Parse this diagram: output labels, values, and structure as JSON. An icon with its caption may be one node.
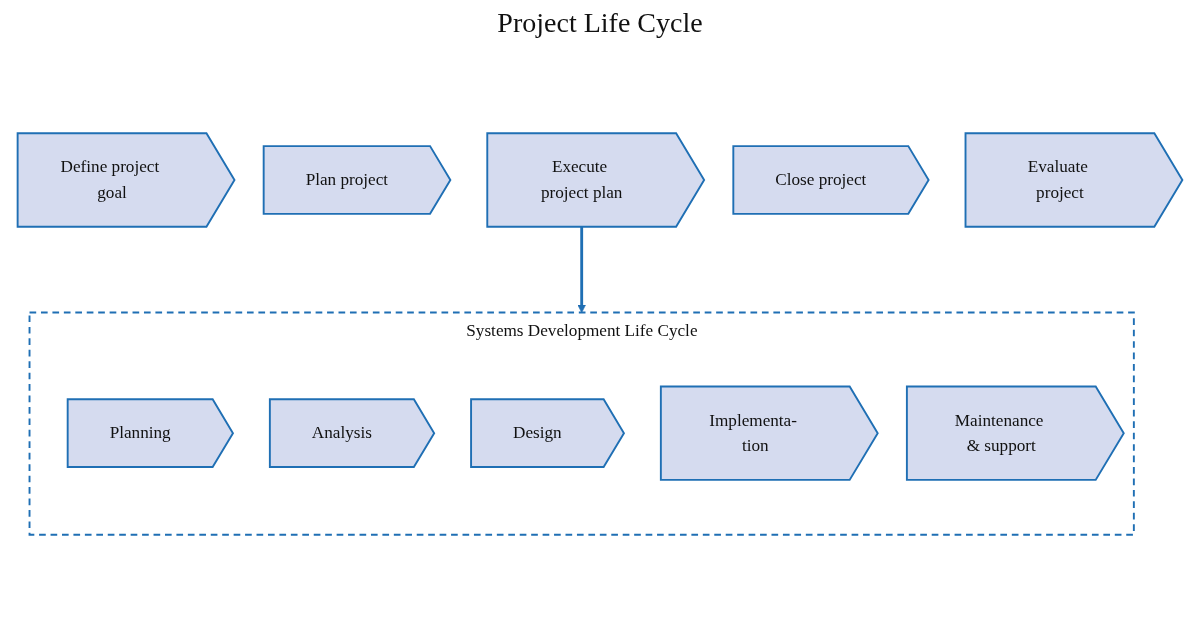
{
  "diagram": {
    "title": "Project Life Cycle",
    "nodes": [
      {
        "text": [
          "Define project goal"
        ]
      },
      {
        "text": [
          "Plan project"
        ]
      },
      {
        "text": [
          "Execute project plan"
        ]
      },
      {
        "text": [
          "Close project"
        ]
      },
      {
        "text": [
          "Evaluate project"
        ]
      },
      {
        "text": [
          "Systems Development Life Cycle"
        ]
      },
      {
        "text": [
          "Planning"
        ],
        "in": 5
      },
      {
        "text": [
          "Analysis"
        ],
        "in": 5
      },
      {
        "text": [
          "Design"
        ],
        "in": 5
      },
      {
        "text": [
          "Implementa- tion"
        ],
        "in": 5
      },
      {
        "text": [
          "Maintenance & support"
        ],
        "in": 5
      }
    ],
    "edges": [
      {
        "from": 2,
        "to": 5,
        "arrow": "to"
      }
    ]
  }
}
